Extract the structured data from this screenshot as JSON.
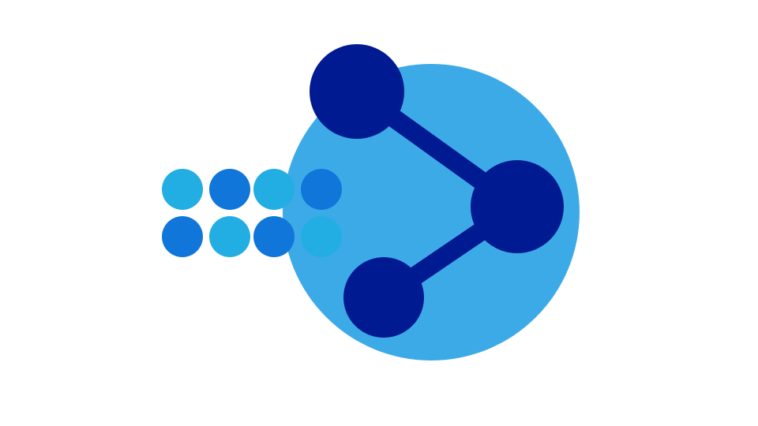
{
  "graphic": {
    "icon": "share-network-icon",
    "colors": {
      "background_circle": "#3DAAE8",
      "nodes": "#001A91",
      "dot_light": "#22AEE3",
      "dot_dark": "#1076DA"
    },
    "dot_grid": [
      [
        "light",
        "dark",
        "light",
        "dark"
      ],
      [
        "dark",
        "light",
        "dark",
        "light"
      ]
    ]
  }
}
